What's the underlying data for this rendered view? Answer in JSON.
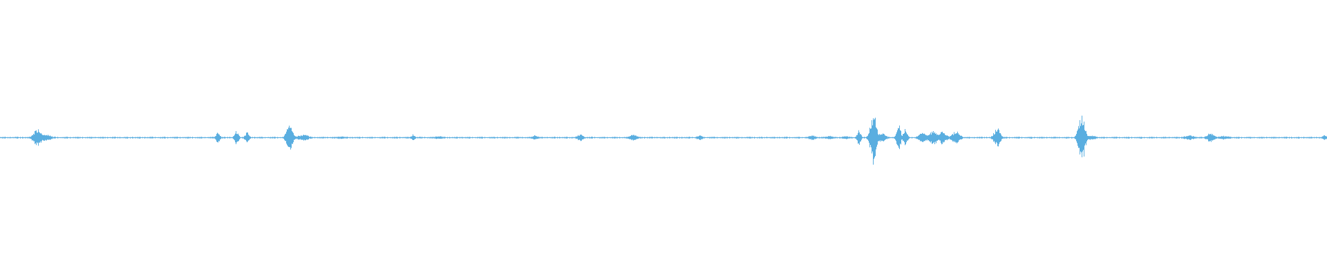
{
  "colors": {
    "background": "#ffffff",
    "waveform": "#5aaee0"
  },
  "waveform": {
    "baseline_amplitude": 0.006,
    "events": [
      {
        "position": 0.028,
        "peak": 0.07,
        "spread": 0.004
      },
      {
        "position": 0.033,
        "peak": 0.03,
        "spread": 0.006
      },
      {
        "position": 0.164,
        "peak": 0.045,
        "spread": 0.002
      },
      {
        "position": 0.178,
        "peak": 0.06,
        "spread": 0.002
      },
      {
        "position": 0.186,
        "peak": 0.05,
        "spread": 0.002
      },
      {
        "position": 0.218,
        "peak": 0.12,
        "spread": 0.003
      },
      {
        "position": 0.228,
        "peak": 0.025,
        "spread": 0.006
      },
      {
        "position": 0.256,
        "peak": 0.012,
        "spread": 0.004
      },
      {
        "position": 0.311,
        "peak": 0.025,
        "spread": 0.002
      },
      {
        "position": 0.33,
        "peak": 0.012,
        "spread": 0.006
      },
      {
        "position": 0.403,
        "peak": 0.018,
        "spread": 0.003
      },
      {
        "position": 0.437,
        "peak": 0.03,
        "spread": 0.003
      },
      {
        "position": 0.477,
        "peak": 0.022,
        "spread": 0.004
      },
      {
        "position": 0.527,
        "peak": 0.02,
        "spread": 0.003
      },
      {
        "position": 0.612,
        "peak": 0.02,
        "spread": 0.004
      },
      {
        "position": 0.625,
        "peak": 0.015,
        "spread": 0.004
      },
      {
        "position": 0.637,
        "peak": 0.012,
        "spread": 0.006
      },
      {
        "position": 0.647,
        "peak": 0.06,
        "spread": 0.002
      },
      {
        "position": 0.658,
        "peak": 0.2,
        "spread": 0.003
      },
      {
        "position": 0.664,
        "peak": 0.04,
        "spread": 0.004
      },
      {
        "position": 0.677,
        "peak": 0.1,
        "spread": 0.002
      },
      {
        "position": 0.682,
        "peak": 0.07,
        "spread": 0.002
      },
      {
        "position": 0.695,
        "peak": 0.04,
        "spread": 0.004
      },
      {
        "position": 0.703,
        "peak": 0.06,
        "spread": 0.004
      },
      {
        "position": 0.71,
        "peak": 0.05,
        "spread": 0.004
      },
      {
        "position": 0.72,
        "peak": 0.05,
        "spread": 0.004
      },
      {
        "position": 0.751,
        "peak": 0.08,
        "spread": 0.003
      },
      {
        "position": 0.815,
        "peak": 0.21,
        "spread": 0.003
      },
      {
        "position": 0.822,
        "peak": 0.02,
        "spread": 0.005
      },
      {
        "position": 0.896,
        "peak": 0.02,
        "spread": 0.005
      },
      {
        "position": 0.912,
        "peak": 0.035,
        "spread": 0.004
      },
      {
        "position": 0.922,
        "peak": 0.015,
        "spread": 0.006
      },
      {
        "position": 0.998,
        "peak": 0.02,
        "spread": 0.002
      }
    ]
  }
}
